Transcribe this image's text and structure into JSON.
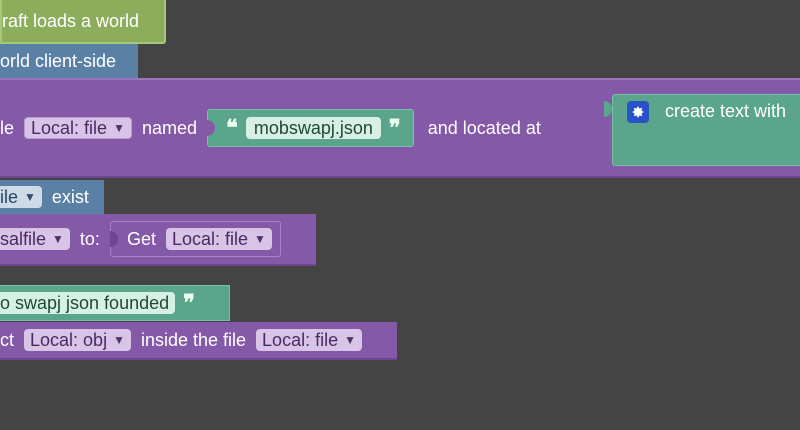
{
  "blocks": {
    "event": {
      "label": "raft loads a world"
    },
    "condition_block": {
      "label": "orld client-side"
    },
    "load_file": {
      "prefix": "le",
      "var_label": "Local: file",
      "named": "named",
      "filename": "mobswapj.json",
      "located": "and located at",
      "create_text": "create text with"
    },
    "exist_check": {
      "var_label": "ile",
      "suffix": "exist"
    },
    "set_var": {
      "var_label": "salfile",
      "to": "to:",
      "get": "Get",
      "get_var": "Local: file"
    },
    "message": {
      "text": "o swapj json founded"
    },
    "add_object": {
      "prefix": "ct",
      "obj_var": "Local: obj",
      "inside": "inside the file",
      "file_var": "Local: file"
    }
  },
  "colors": {
    "workspace": "#444444",
    "event_green": "#8cae5c",
    "logic_blue": "#5b80a5",
    "purple": "#8459a8",
    "purple_dark": "#6d4790",
    "text_green": "#5ba58c",
    "gear_blue": "#2a52c8"
  },
  "icons": [
    "dropdown-arrow-icon",
    "open-quote-icon",
    "close-quote-icon",
    "gear-icon"
  ]
}
